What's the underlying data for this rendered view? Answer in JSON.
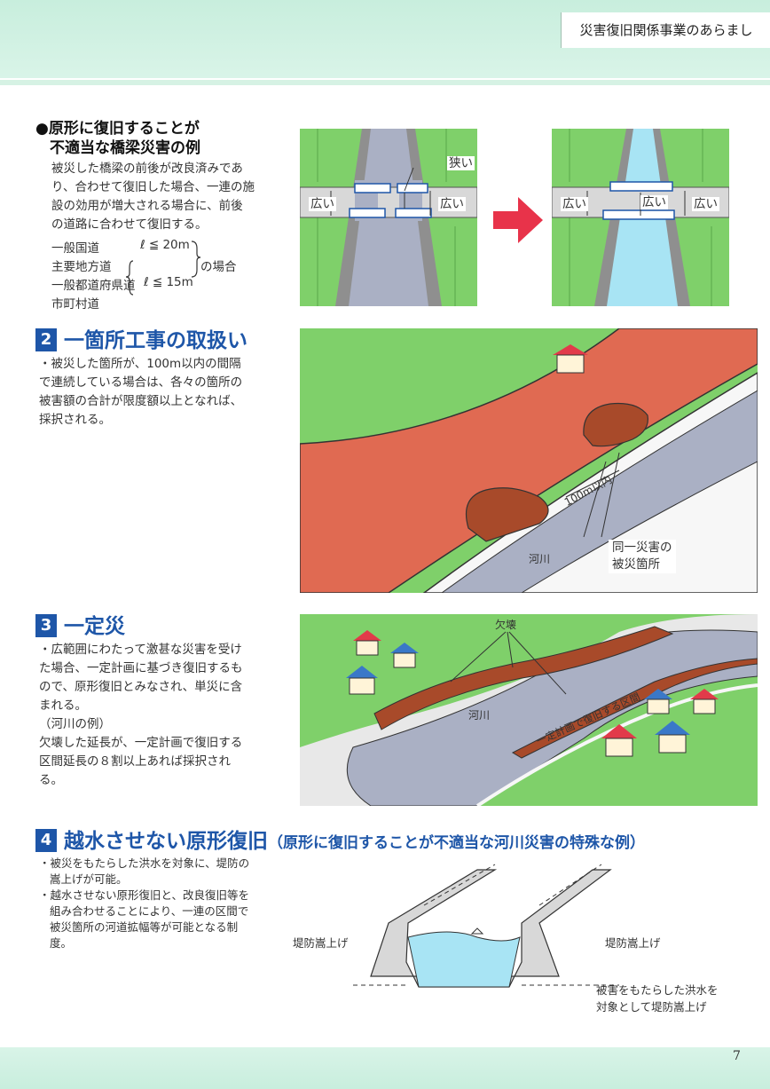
{
  "header": {
    "title": "災害復旧関係事業のあらまし"
  },
  "page_number": "7",
  "bridge": {
    "title_line1": "●原形に復旧することが",
    "title_line2": "不適当な橋梁災害の例",
    "desc": [
      "被災した橋梁の前後が改良済みであ",
      "り、合わせて復旧した場合、一連の施",
      "設の効用が増大される場合に、前後",
      "の道路に合わせて復旧する。"
    ],
    "roads": {
      "r1": "一般国道",
      "r2": "主要地方道",
      "r3": "一般都道府県道",
      "r4": "市町村道",
      "cond1": "ℓ ≦ 20m",
      "cond2": "ℓ ≦ 15m",
      "suffix": "の場合"
    },
    "labels": {
      "wide": "広い",
      "narrow": "狭い"
    }
  },
  "section2": {
    "num": "2",
    "title": "一箇所工事の取扱い",
    "desc": [
      "・被災した箇所が、100m以内の間隔",
      "で連続している場合は、各々の箇所の",
      "被害額の合計が限度額以上となれば、",
      "採択される。"
    ],
    "labels": {
      "distance": "100m以内",
      "river": "河川",
      "same_line1": "同一災害の",
      "same_line2": "被災箇所"
    }
  },
  "section3": {
    "num": "3",
    "title": "一定災",
    "desc": [
      "・広範囲にわたって激甚な災害を受け",
      "た場合、一定計画に基づき復旧するも",
      "ので、原形復旧とみなされ、単災に含",
      "まれる。",
      "（河川の例）",
      "欠壊した延長が、一定計画で復旧する",
      "区間延長の８割以上あれば採択され",
      "る。"
    ],
    "labels": {
      "collapse": "欠壊",
      "river": "河川",
      "plan": "一定計画で復旧する区間"
    }
  },
  "section4": {
    "num": "4",
    "title": "越水させない原形復旧",
    "subtitle": "（原形に復旧することが不適当な河川災害の特殊な例）",
    "desc": [
      "・被災をもたらした洪水を対象に、堤防の",
      "嵩上げが可能。",
      "・越水させない原形復旧と、改良復旧等を",
      "組み合わせることにより、一連の区間で",
      "被災箇所の河道拡幅等が可能となる制",
      "度。"
    ],
    "labels": {
      "raise_left": "堤防嵩上げ",
      "raise_right": "堤防嵩上げ",
      "note_line1": "被害をもたらした洪水を",
      "note_line2": "対象として堤防嵩上げ"
    }
  },
  "colors": {
    "accent_blue": "#1e56a8",
    "grass": "#7fd06a",
    "bank_red": "#e06a52",
    "water": "#a8e4f4",
    "band": "#c8eedd",
    "arrow": "#e8334a"
  }
}
